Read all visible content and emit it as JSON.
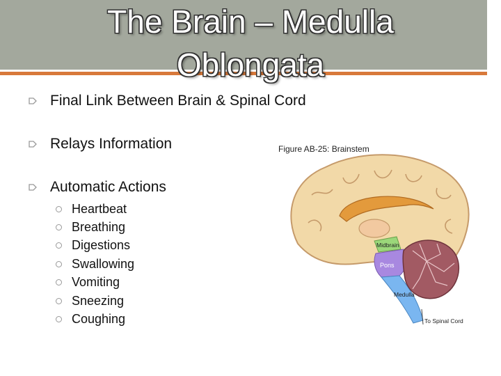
{
  "slide": {
    "title": "The Brain – Medulla Oblongata",
    "title_line1": "The Brain – Medulla",
    "title_line2": "Oblongata",
    "bullets": [
      "Final Link Between Brain & Spinal Cord",
      "Relays Information",
      "Automatic Actions"
    ],
    "sub_bullets": [
      "Heartbeat",
      "Breathing",
      "Digestions",
      "Swallowing",
      "Vomiting",
      "Sneezing",
      "Coughing"
    ]
  },
  "figure": {
    "caption": "Figure AB-25: Brainstem",
    "labels": {
      "midbrain": "Midbrain",
      "pons": "Pons",
      "medulla": "Medulla",
      "spinal_cord": "To Spinal Cord"
    }
  },
  "colors": {
    "title_bar": "#a3a89d",
    "accent": "#d8793b",
    "midbrain": "#9bd77a",
    "pons": "#a888e0",
    "medulla": "#7ab6f0",
    "cerebellum": "#a25a63",
    "cortex": "#f2d9a8"
  }
}
